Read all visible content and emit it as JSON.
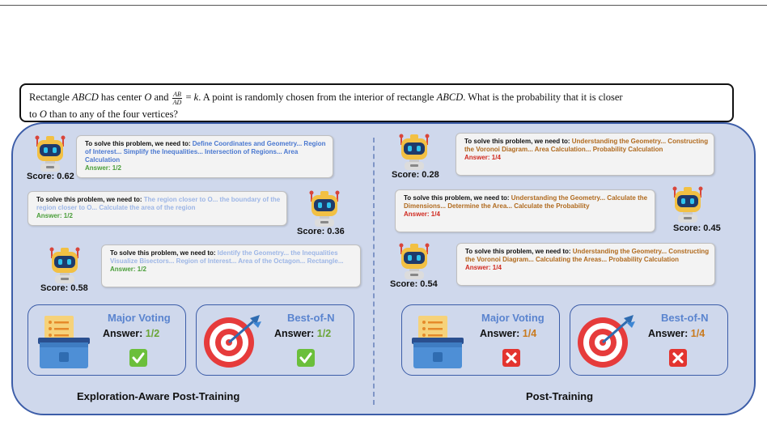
{
  "question": {
    "p1": "Rectangle ",
    "v1": "ABCD",
    "p2": " has center ",
    "v2": "O",
    "p3": " and ",
    "frac_num": "AB",
    "frac_den": "AD",
    "p4": " = ",
    "v3": "k",
    "p5": ". A point is randomly chosen from the interior of rectangle ",
    "v4": "ABCD",
    "p6": ". What is the probability that it is closer",
    "p7": "to ",
    "v5": "O",
    "p8": " than to any of the four vertices?"
  },
  "left": {
    "title": "Exploration-Aware Post-Training",
    "agents": [
      {
        "prefix": "To solve this problem, we need to: ",
        "steps": "Define Coordinates and Geometry... Region of Interest... Simplify the Inequalities... Intersection of Regions... Area Calculation",
        "answer": "Answer: 1/2",
        "score": "Score: 0.62"
      },
      {
        "prefix": "To solve this problem, we need to: ",
        "steps": "The region closer to O... the boundary of the region closer to O... Calculate the area of the region",
        "answer": "Answer: 1/2",
        "score": "Score: 0.36"
      },
      {
        "prefix": "To solve this problem, we need to: ",
        "steps": "Identify the Geometry... the Inequalities Visualize Bisectors... Region of Interest... Area of the Octagon... Rectangle...",
        "answer": "Answer: 1/2",
        "score": "Score: 0.58"
      }
    ],
    "major_voting": {
      "title": "Major Voting",
      "answer_label": "Answer: ",
      "answer_value": "1/2",
      "result": "check"
    },
    "best_of_n": {
      "title": "Best-of-N",
      "answer_label": "Answer: ",
      "answer_value": "1/2",
      "result": "check"
    }
  },
  "right": {
    "title": "Post-Training",
    "agents": [
      {
        "prefix": "To solve this problem, we need to: ",
        "steps": "Understanding the Geometry... Constructing the Voronoi Diagram... Area Calculation... Probability Calculation",
        "answer": "Answer: 1/4",
        "score": "Score: 0.28"
      },
      {
        "prefix": "To solve this problem, we need to: ",
        "steps": "Understanding the Geometry... Calculate the Dimensions... Determine the Area... Calculate the Probability",
        "answer": "Answer: 1/4",
        "score": "Score: 0.45"
      },
      {
        "prefix": "To solve this problem, we need to: ",
        "steps": "Understanding the Geometry... Constructing the Voronoi Diagram... Calculating the Areas... Probability Calculation",
        "answer": "Answer: 1/4",
        "score": "Score: 0.54"
      }
    ],
    "major_voting": {
      "title": "Major Voting",
      "answer_label": "Answer: ",
      "answer_value": "1/4",
      "result": "cross"
    },
    "best_of_n": {
      "title": "Best-of-N",
      "answer_label": "Answer: ",
      "answer_value": "1/4",
      "result": "cross"
    }
  },
  "icons": [
    "robot-icon",
    "ballot-box-icon",
    "target-icon",
    "check-icon",
    "cross-icon"
  ],
  "colors": {
    "panel_bg": "#cfd8ec",
    "panel_border": "#3c5da8",
    "steps_blue": "#4a78d0",
    "steps_brown": "#b06a1e",
    "answer_green": "#4a9e3a",
    "answer_red": "#d02a20",
    "check_green": "#6bbf3b",
    "cross_red": "#e3342f"
  }
}
